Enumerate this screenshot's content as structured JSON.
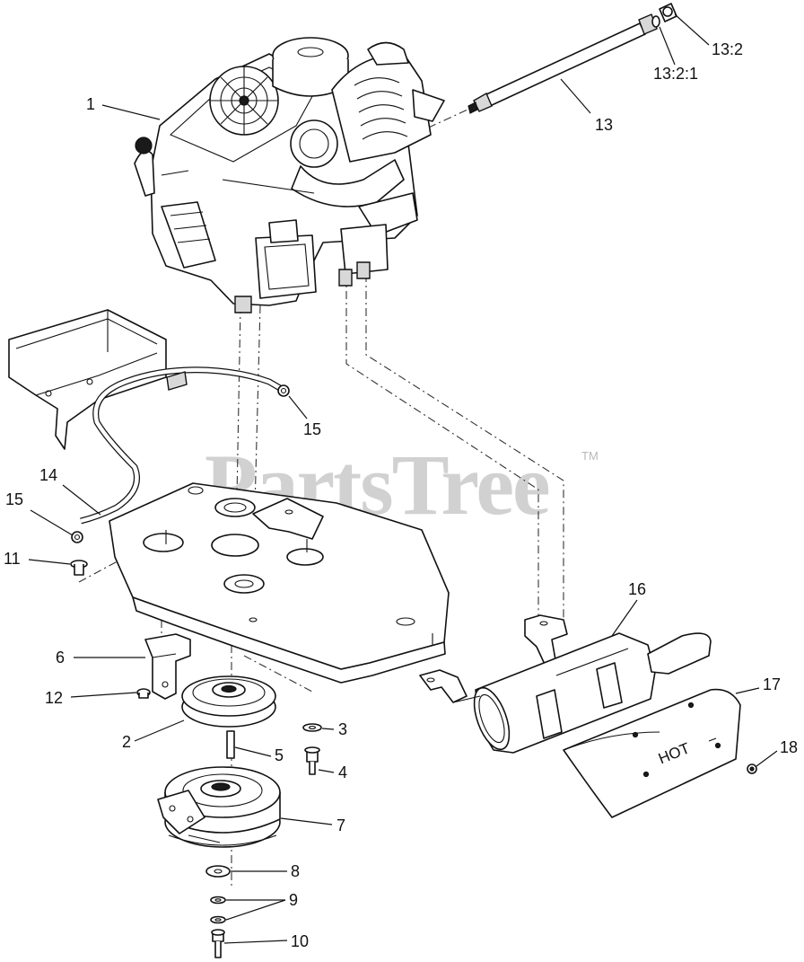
{
  "watermark": {
    "text": "PartsTree",
    "trademark": "TM"
  },
  "labels": {
    "engine": "1",
    "pulley": "2",
    "washer": "3",
    "bolt": "4",
    "key": "5",
    "bracket": "6",
    "clutch": "7",
    "clutch_washer": "8",
    "lock_washers": "9",
    "clutch_bolt": "10",
    "carriage_bolt": "11",
    "flange_nut": "12",
    "fuel_line": "13",
    "fitting": "13:2",
    "o_ring": "13:2:1",
    "throttle_cable": "14",
    "clamp_top": "15",
    "clamp_left": "15",
    "muffler": "16",
    "heat_shield": "17",
    "screw": "18"
  },
  "heat_shield_marking": "HOT"
}
